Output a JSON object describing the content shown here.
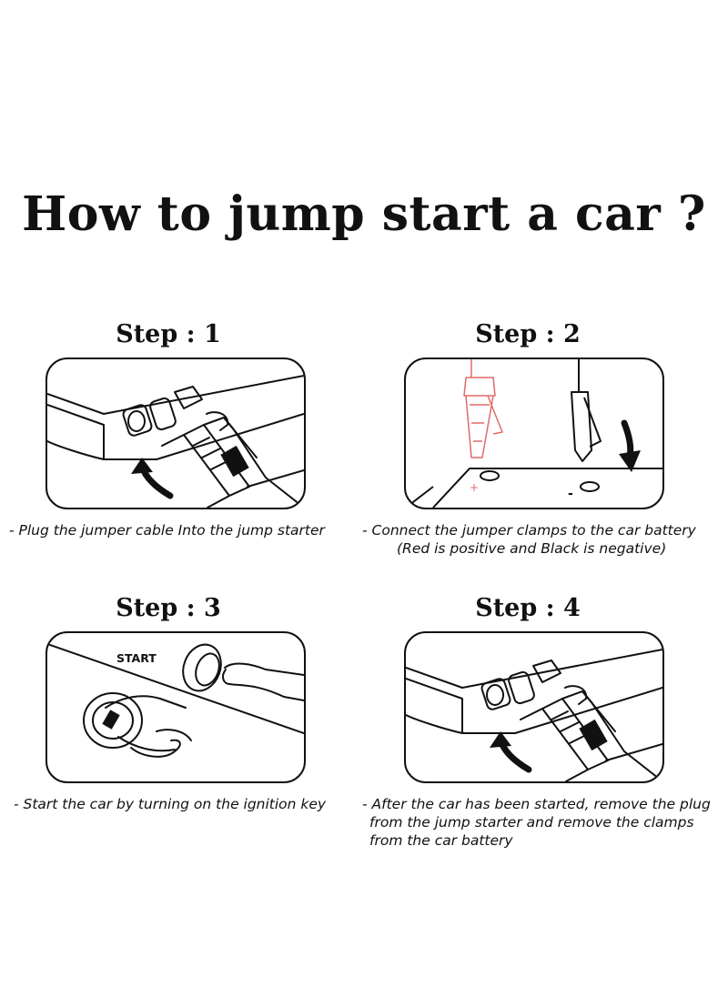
{
  "title": "How to jump start a car ?",
  "steps": [
    {
      "label": "Step : 1",
      "caption": [
        "- Plug the jumper cable Into the jump starter"
      ]
    },
    {
      "label": "Step : 2",
      "caption": [
        "- Connect the jumper clamps to the car battery",
        "(Red is positive and Black is negative)"
      ],
      "plus_sign": "+",
      "minus_sign": "-"
    },
    {
      "label": "Step : 3",
      "caption": [
        "- Start the car by turning on the ignition key"
      ],
      "button_text": "START"
    },
    {
      "label": "Step : 4",
      "caption": [
        "- After the car has been started, remove the plug",
        "from the jump starter and remove the clamps",
        "from the car battery"
      ]
    }
  ],
  "colors": {
    "ink": "#111111",
    "positive": "#e06a6a"
  }
}
